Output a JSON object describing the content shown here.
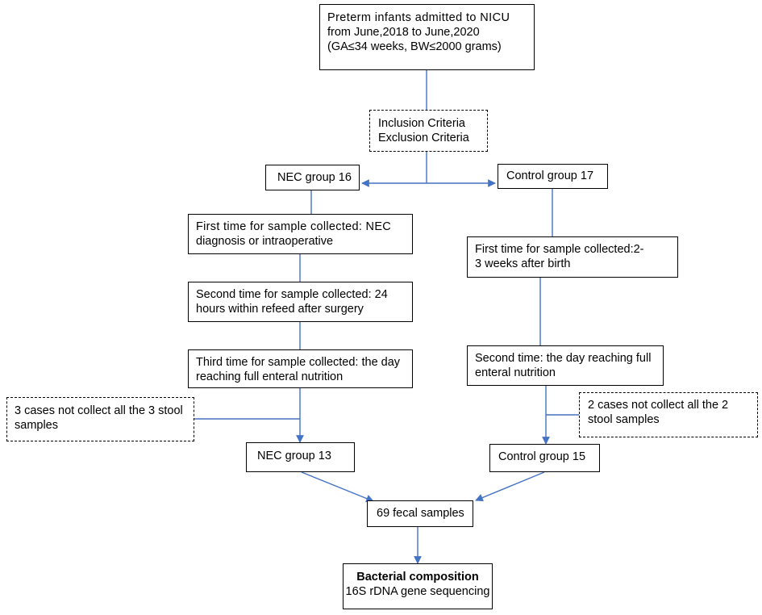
{
  "boxes": {
    "preterm": [
      "Preterm infants admitted to NICU",
      "from June,2018 to June,2020",
      "(GA≤34 weeks, BW≤2000 grams)"
    ],
    "criteria": [
      "Inclusion Criteria",
      "Exclusion Criteria"
    ],
    "nec_group_16": "NEC group 16",
    "control_group_17": "Control group 17",
    "nec_first": [
      "First time for sample collected: NEC",
      "diagnosis or intraoperative"
    ],
    "nec_second": [
      "Second time for sample collected: 24",
      "hours within refeed after surgery"
    ],
    "nec_third": [
      "Third time for sample collected: the day",
      "reaching full enteral nutrition"
    ],
    "nec_excluded": [
      "3 cases not collect all the 3 stool",
      "samples"
    ],
    "nec_group_13": "NEC group 13",
    "control_first": [
      "First time for sample collected:2-",
      "3 weeks after birth"
    ],
    "control_second": [
      "Second time: the day reaching full",
      "enteral nutrition"
    ],
    "control_excluded": [
      "2 cases not collect all the 2",
      "stool samples"
    ],
    "control_group_15": "Control group 15",
    "fecal_samples": "69 fecal samples",
    "bacterial": {
      "title": "Bacterial composition",
      "subtitle": "16S rDNA gene sequencing"
    }
  },
  "colors": {
    "connector": "#4472c4",
    "border": "#000000"
  }
}
